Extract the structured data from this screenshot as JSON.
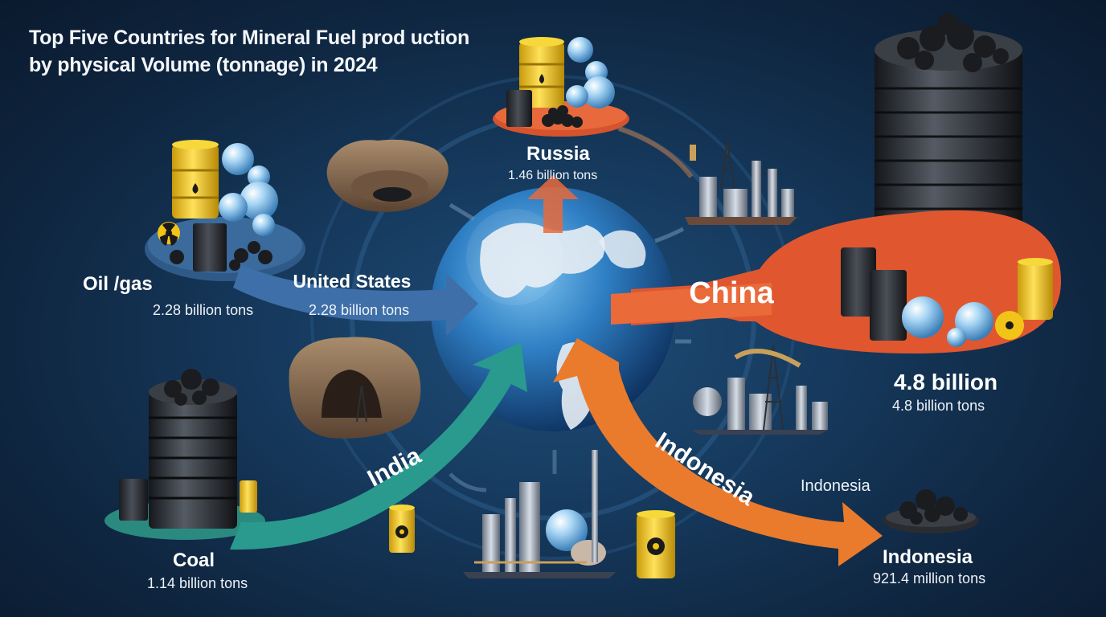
{
  "title": {
    "line1": "Top Five Countries for Mineral Fuel prod uction",
    "line2": "by physical Volume (tonnage) in 2024"
  },
  "labels": {
    "oil_gas": {
      "name": "Oil /gas",
      "value": "2.28 billion tons"
    },
    "united_states": {
      "name": "United States",
      "value": "2.28 billion tons"
    },
    "russia": {
      "name": "Russia",
      "value": "1.46 billion tons"
    },
    "china": {
      "name": "China",
      "headline": "4.8 billion",
      "value": "4.8 billion tons"
    },
    "india": {
      "name": "India"
    },
    "coal": {
      "name": "Coal",
      "value": "1.14 billion tons"
    },
    "indonesia": {
      "arrow_name": "Indonesia",
      "label_upper": "Indonesia",
      "label_lower": "Indonesia",
      "value": "921.4 million tons"
    }
  },
  "colors": {
    "background": "#0f2640",
    "us_arrow": "#3f6fa8",
    "china_arrow": "#e0572f",
    "india_arrow": "#2a9a8f",
    "indonesia_arrow": "#ea7a2c",
    "russia_arrow": "#e86a3c",
    "barrel_yellow": "#f2c418",
    "coal_black": "#1b1c1f"
  },
  "icons": [
    "globe-icon",
    "oil-barrel-icon",
    "radiation-icon",
    "coal-pile-icon",
    "gas-drop-icon",
    "oil-rig-icon",
    "refinery-icon",
    "mine-pit-icon"
  ]
}
